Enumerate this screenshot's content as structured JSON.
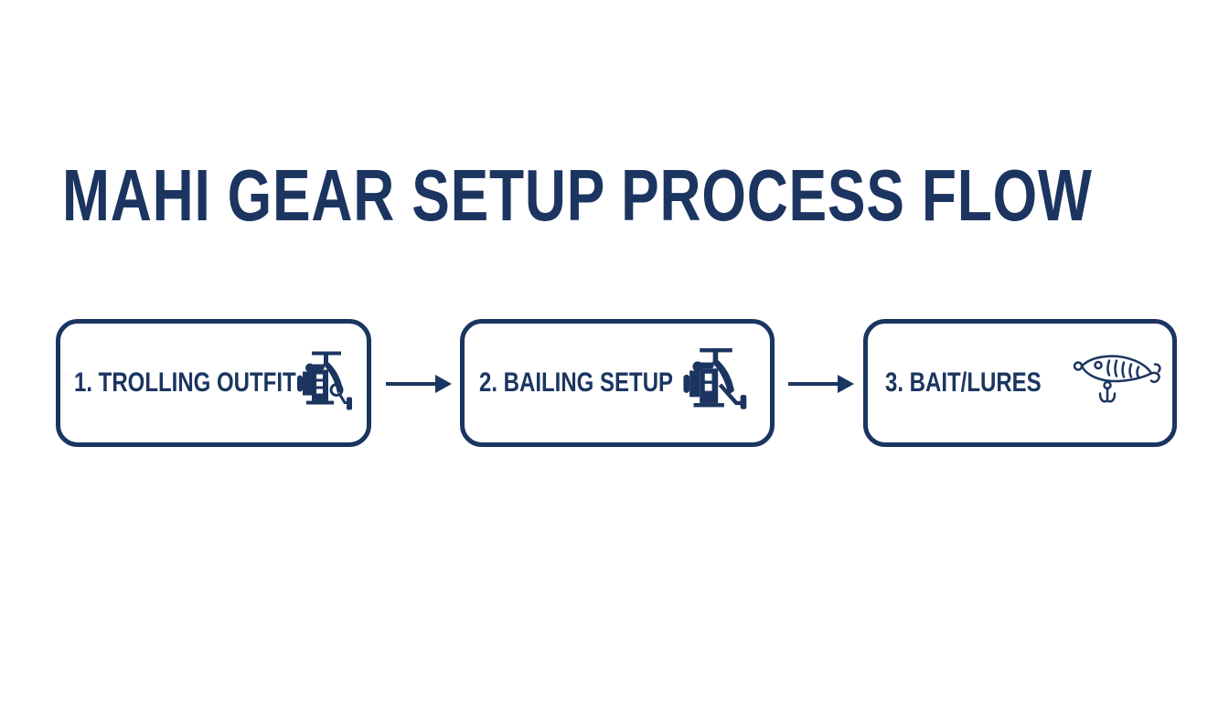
{
  "title": "MAHI GEAR SETUP PROCESS FLOW",
  "colors": {
    "primary": "#1b3560",
    "background": "#ffffff"
  },
  "steps": [
    {
      "label": "1. TROLLING OUTFIT",
      "icon": "spinning-reel-icon"
    },
    {
      "label": "2. BAILING SETUP",
      "icon": "spinning-reel-icon"
    },
    {
      "label": "3. BAIT/LURES",
      "icon": "fishing-lure-icon"
    }
  ],
  "connectors": [
    {
      "from": 1,
      "to": 2,
      "icon": "arrow-right-icon"
    },
    {
      "from": 2,
      "to": 3,
      "icon": "arrow-right-icon"
    }
  ]
}
